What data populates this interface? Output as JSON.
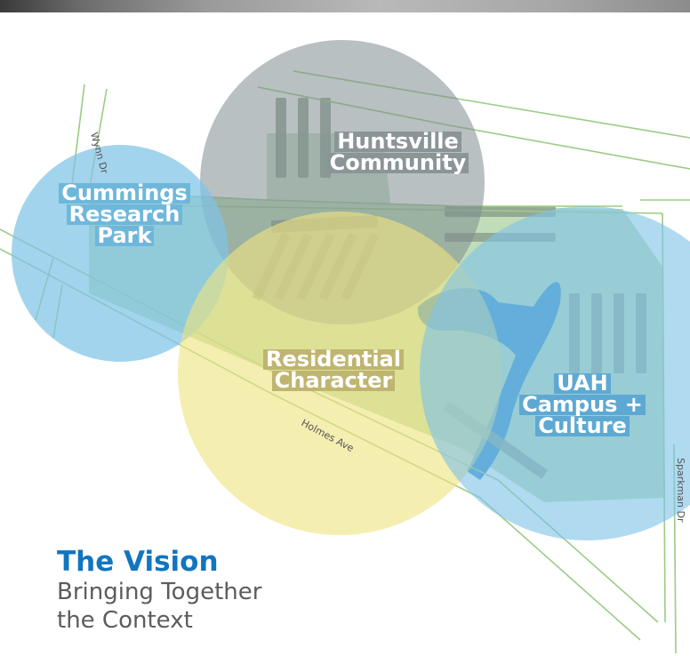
{
  "streets": {
    "wynn": "Wynn Dr",
    "holmes": "Holmes Ave",
    "sparkman": "Sparkman Dr"
  },
  "circles": [
    {
      "id": "huntsville",
      "lines": [
        "Huntsville",
        "Community"
      ],
      "color": "#7e8c8f"
    },
    {
      "id": "cummings",
      "lines": [
        "Cummings",
        "Research",
        "Park"
      ],
      "color": "#7fc4e6"
    },
    {
      "id": "residential",
      "lines": [
        "Residential",
        "Character"
      ],
      "color": "#efe381"
    },
    {
      "id": "uah",
      "lines": [
        "UAH",
        "Campus +",
        "Culture"
      ],
      "color": "#7fc4e6"
    }
  ],
  "vision": {
    "heading": "The Vision",
    "subtitle_line1": "Bringing Together",
    "subtitle_line2": "the Context"
  },
  "colors": {
    "accent_blue": "#1175c0",
    "map_green": "#a8d2a2",
    "water_blue": "#2f86c8",
    "street_line": "#9ccb86"
  }
}
